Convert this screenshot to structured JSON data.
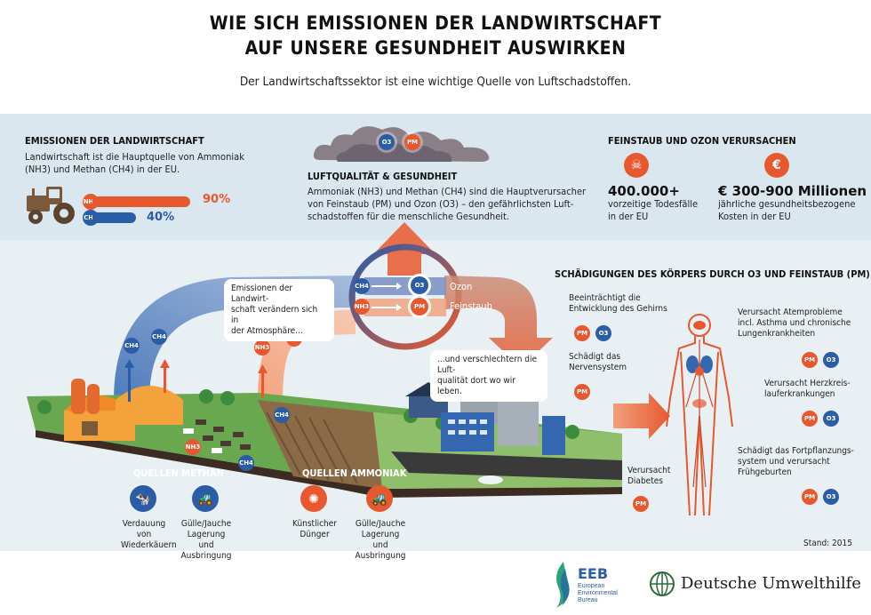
{
  "header": {
    "title_line1": "WIE SICH EMISSIONEN DER LANDWIRTSCHAFT",
    "title_line2": "AUF UNSERE GESUNDHEIT AUSWIRKEN",
    "subtitle": "Der Landwirtschaftssektor ist eine wichtige Quelle von Luftschadstoffen."
  },
  "emissions": {
    "heading": "EMISSIONEN DER LANDWIRTSCHAFT",
    "text_line1": "Landwirtschaft ist die Hauptquelle von Ammoniak",
    "text_line2": "(NH3) und Methan (CH4) in der EU.",
    "bars": [
      {
        "label": "NH3",
        "value_label": "90%",
        "fraction": 0.9,
        "color": "#e8582e"
      },
      {
        "label": "CH4",
        "value_label": "40%",
        "fraction": 0.4,
        "color": "#2a5ca8"
      }
    ]
  },
  "air": {
    "heading": "LUFTQUALITÄT & GESUNDHEIT",
    "text_line1": "Ammoniak (NH3) und Methan (CH4) sind die Hauptverursacher",
    "text_line2": "von Feinstaub (PM) und Ozon (O3) – den gefährlichsten Luft-",
    "text_line3": "schadstoffen für die menschliche Gesundheit.",
    "cloud_o3": "O3",
    "cloud_pm": "PM"
  },
  "stats": {
    "heading": "FEINSTAUB UND OZON VERURSACHEN",
    "deaths_number": "400.000+",
    "deaths_line1": "vorzeitige Todesfälle",
    "deaths_line2": "in der EU",
    "cost_number": "€ 300-900 Millionen",
    "cost_line1": "jährliche gesundheitsbezogene",
    "cost_line2": "Kosten in der EU",
    "euro_symbol": "€"
  },
  "process": {
    "bubble1_line1": "Emissionen der Landwirt-",
    "bubble1_line2": "schaft verändern sich in",
    "bubble1_line3": "der Atmosphäre...",
    "bubble2_line1": "...und verschlechtern die Luft-",
    "bubble2_line2": "qualität dort wo wir leben.",
    "ozon_label": "Ozon",
    "feinstaub_label": "Feinstaub",
    "ch4": "CH4",
    "nh3": "NH3",
    "o3": "O3",
    "pm": "PM"
  },
  "body_effects": {
    "heading": "SCHÄDIGUNGEN DES KÖRPERS DURCH O3 UND FEINSTAUB (PM)",
    "brain_line1": "Beeinträchtigt die",
    "brain_line2": "Entwicklung des Gehirns",
    "nerve_line1": "Schädigt das",
    "nerve_line2": "Nervensystem",
    "diabetes_line1": "Verursacht",
    "diabetes_line2": "Diabetes",
    "breath_line1": "Verursacht Atemprobleme",
    "breath_line2": "incl. Asthma und chronische",
    "breath_line3": "Lungenkrankheiten",
    "heart_line1": "Verursacht Herzkreis-",
    "heart_line2": "laufer­krankungen",
    "repro_line1": "Schädigt das Fortpflanzungs-",
    "repro_line2": "system und verursacht",
    "repro_line3": "Frühgeburten"
  },
  "sources": {
    "methane_heading": "QUELLEN METHAN",
    "ammonia_heading": "QUELLEN AMMONIAK",
    "items": [
      {
        "line1": "Verdauung",
        "line2": "von",
        "line3": "Wiederkäuern"
      },
      {
        "line1": "Gülle/Jauche",
        "line2": "Lagerung und",
        "line3": "Ausbringung"
      },
      {
        "line1": "Künstlicher",
        "line2": "Dünger",
        "line3": ""
      },
      {
        "line1": "Gülle/Jauche",
        "line2": "Lagerung und",
        "line3": "Ausbringung"
      }
    ]
  },
  "footer": {
    "stand": "Stand: 2015",
    "eeb": "EEB",
    "eeb_sub1": "European",
    "eeb_sub2": "Environmental",
    "eeb_sub3": "Bureau",
    "duh": "Deutsche Umwelthilfe"
  },
  "colors": {
    "orange": "#e8582e",
    "blue": "#2a5ca8",
    "band": "#dbe7ee",
    "grass": "#6aa84f"
  }
}
